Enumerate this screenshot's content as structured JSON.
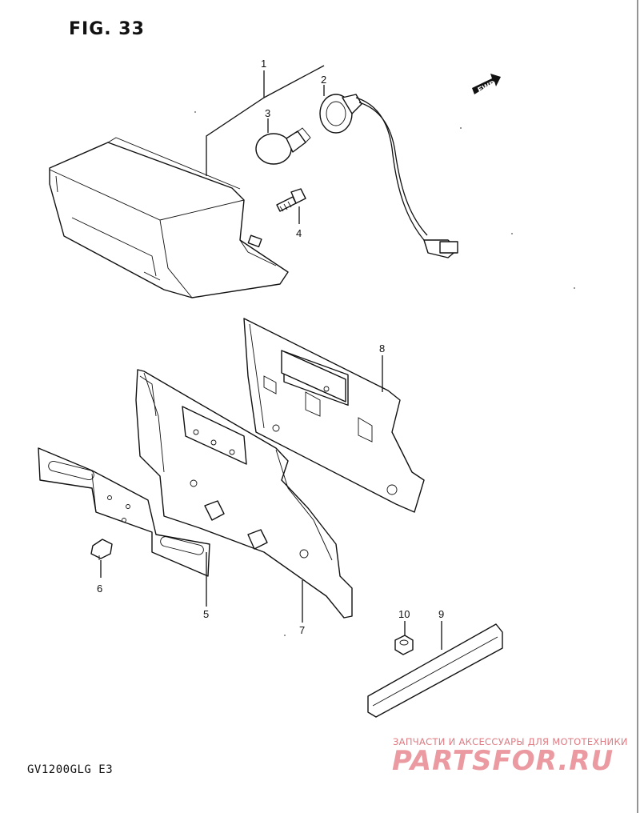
{
  "figure": {
    "title": "FIG. 33",
    "model": "GV1200GLG  E3"
  },
  "direction_marker": {
    "text": "FWD"
  },
  "parts": [
    {
      "ref": "1"
    },
    {
      "ref": "2"
    },
    {
      "ref": "3"
    },
    {
      "ref": "4"
    },
    {
      "ref": "5"
    },
    {
      "ref": "6"
    },
    {
      "ref": "7"
    },
    {
      "ref": "8"
    },
    {
      "ref": "9"
    },
    {
      "ref": "10"
    }
  ],
  "watermark": {
    "line": "ЗАПЧАСТИ И АКСЕССУАРЫ ДЛЯ МОТОТЕХНИКИ",
    "logo": "PARTSFOR.RU",
    "color": "#e07a82"
  }
}
